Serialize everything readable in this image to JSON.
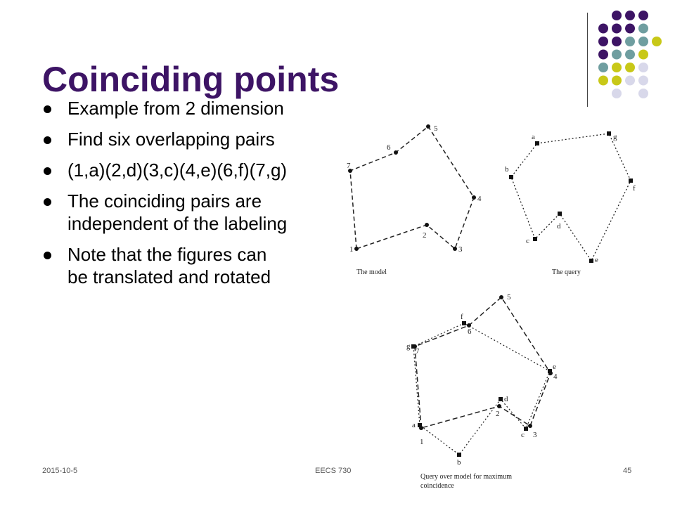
{
  "slide": {
    "title": "Coinciding points",
    "bullets": [
      "Example from 2 dimension",
      "Find six overlapping pairs",
      "(1,a)(2,d)(3,c)(4,e)(6,f)(7,g)",
      "The coinciding pairs are independent of the labeling",
      "Note that the figures can be translated and rotated"
    ],
    "footer": {
      "date": "2015-10-5",
      "center": "EECS 730",
      "page": "45"
    }
  },
  "colors": {
    "title": "#3d1465",
    "purple": "#3d1465",
    "teal": "#6f9ea0",
    "yellow": "#c8c818",
    "lavender": "#d8d8ea"
  },
  "figure": {
    "model_caption": "The model",
    "query_caption": "The query",
    "bottom_caption_line1": "Query over model for maximum",
    "bottom_caption_line2": "coincidence",
    "model_labels": [
      "1",
      "2",
      "3",
      "4",
      "5",
      "6",
      "7"
    ],
    "query_labels": [
      "a",
      "b",
      "c",
      "d",
      "e",
      "f",
      "g"
    ]
  }
}
